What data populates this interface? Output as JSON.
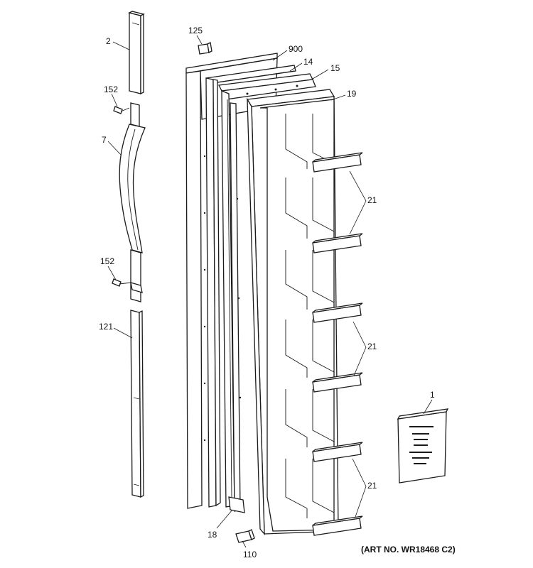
{
  "callouts": {
    "c125": "125",
    "c900": "900",
    "c2": "2",
    "c14": "14",
    "c15": "15",
    "c152a": "152",
    "c19": "19",
    "c7": "7",
    "c21a": "21",
    "c152b": "152",
    "c121": "121",
    "c21b": "21",
    "c1": "1",
    "c21c": "21",
    "c18": "18",
    "c110": "110"
  },
  "art_number": "(ART NO. WR18468 C2)"
}
